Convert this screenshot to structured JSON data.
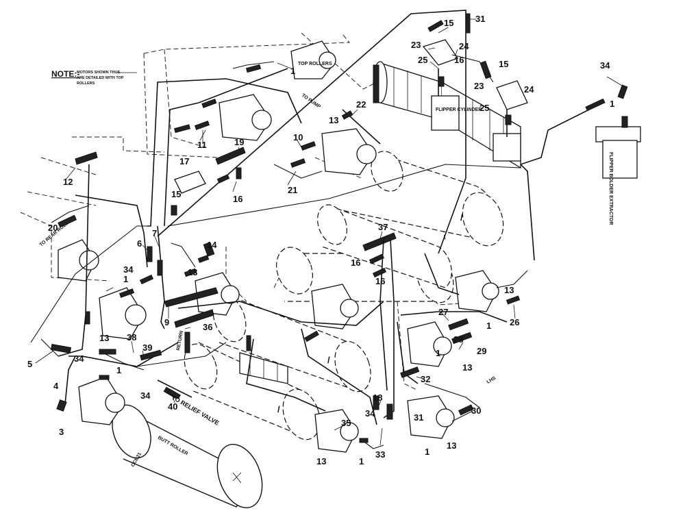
{
  "note": {
    "title": "NOTE:-",
    "body_line1": "MOTORS SHOWN THUS",
    "body_line2": "ARE DETAILED WITH TOP",
    "body_line3": "ROLLERS"
  },
  "labels": {
    "butt_roller": "BUTT ROLLER",
    "to_relief_valve": "TO RELIEF VALVE",
    "flipper_bolder_extractor": "FLIPPER BOLDER EXTRACTOR",
    "lhs": "LHS",
    "ccb21": "CCB21",
    "rollers_3_4": "TO REAR ROLLERS",
    "top_rollers": "TOP ROLLERS",
    "to_pump": "TO PUMP",
    "return": "RETURN",
    "flipper_cylinder": "FLIPPER CYLINDER"
  },
  "part_numbers": {
    "p1": "1",
    "p3": "3",
    "p4": "4",
    "p5": "5",
    "p6": "6",
    "p7": "7",
    "p9": "9",
    "p10": "10",
    "p11": "11",
    "p12": "12",
    "p13": "13",
    "p14": "14",
    "p15": "15",
    "p16": "16",
    "p17": "17",
    "p18": "18",
    "p19": "19",
    "p20": "20",
    "p21": "21",
    "p22": "22",
    "p23": "23",
    "p24": "24",
    "p25": "25",
    "p26": "26",
    "p27": "27",
    "p28": "28",
    "p29": "29",
    "p30": "30",
    "p31": "31",
    "p32": "32",
    "p33": "33",
    "p34": "34",
    "p35": "35",
    "p36": "36",
    "p37": "37",
    "p38": "38",
    "p39": "39",
    "p40": "40"
  }
}
